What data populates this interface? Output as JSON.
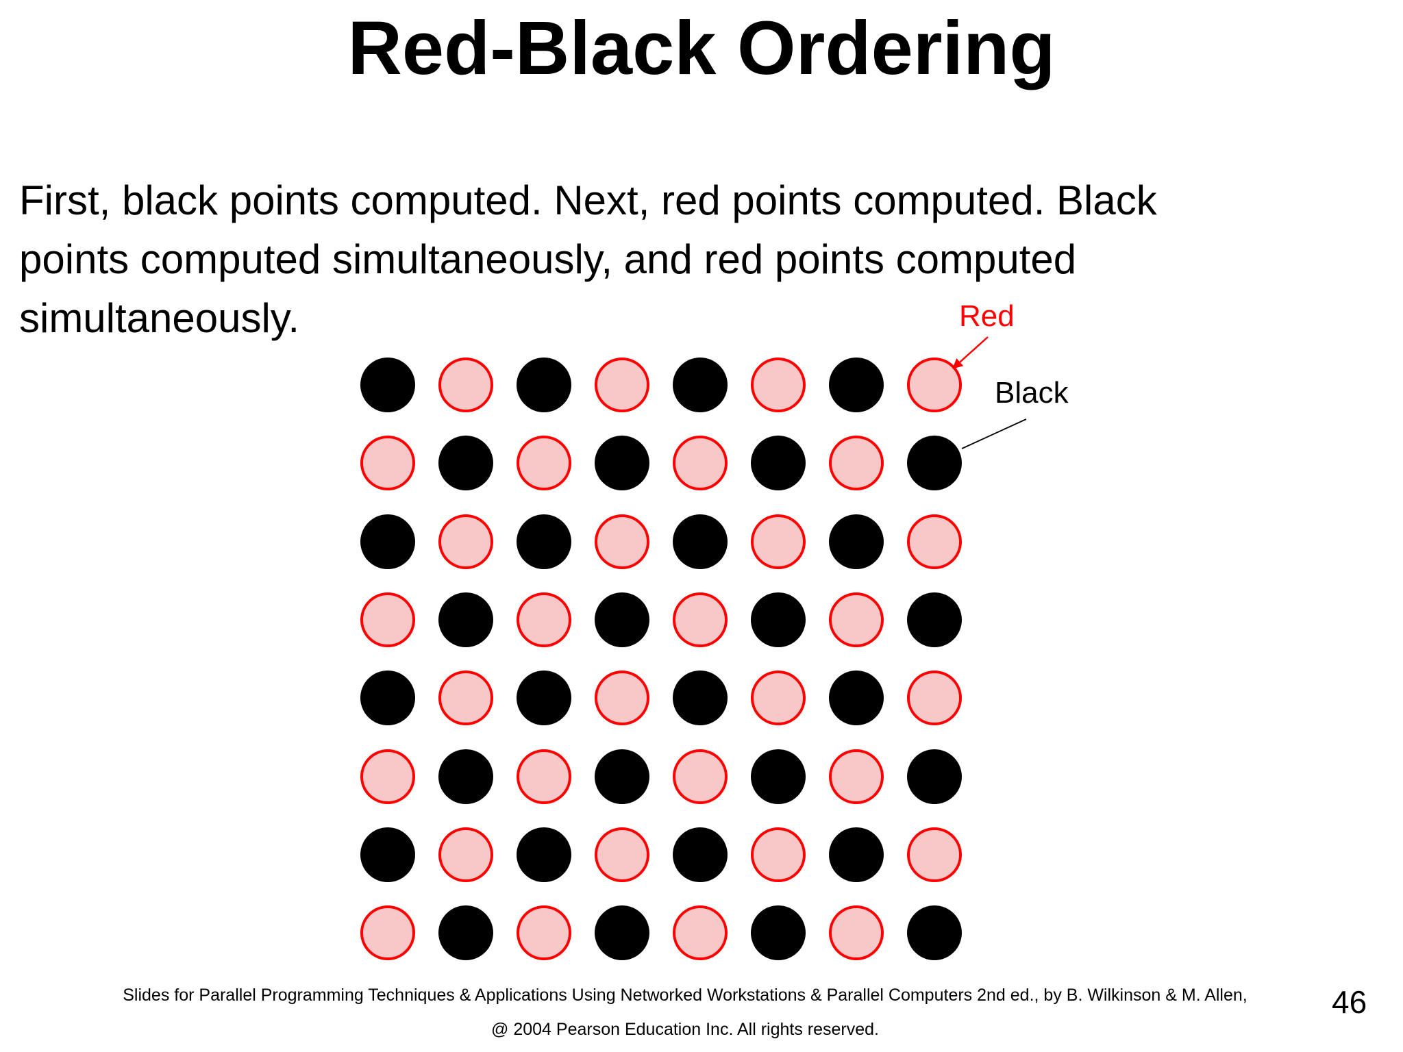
{
  "slide": {
    "title": "Red-Black Ordering",
    "body_lines": [
      "First, black points computed. Next, red points computed. Black",
      "points computed simultaneously, and red points computed",
      "simultaneously."
    ],
    "legend": {
      "red_label": "Red",
      "black_label": "Black"
    },
    "footer_line1": "Slides for Parallel Programming Techniques & Applications Using Networked Workstations & Parallel Computers 2nd ed., by B. Wilkinson & M. Allen,",
    "footer_line2": "@ 2004 Pearson Education Inc. All rights reserved.",
    "page_number": "46"
  },
  "colors": {
    "background": "#ffffff",
    "black": "#000000",
    "red_stroke": "#ff0000",
    "red_fill": "#f8c7c7"
  },
  "grid": {
    "rows": 8,
    "cols": 8,
    "pattern_rule": "black where (row+col) is even, red where (row+col) is odd",
    "pattern": [
      [
        "B",
        "R",
        "B",
        "R",
        "B",
        "R",
        "B",
        "R"
      ],
      [
        "R",
        "B",
        "R",
        "B",
        "R",
        "B",
        "R",
        "B"
      ],
      [
        "B",
        "R",
        "B",
        "R",
        "B",
        "R",
        "B",
        "R"
      ],
      [
        "R",
        "B",
        "R",
        "B",
        "R",
        "B",
        "R",
        "B"
      ],
      [
        "B",
        "R",
        "B",
        "R",
        "B",
        "R",
        "B",
        "R"
      ],
      [
        "R",
        "B",
        "R",
        "B",
        "R",
        "B",
        "R",
        "B"
      ],
      [
        "B",
        "R",
        "B",
        "R",
        "B",
        "R",
        "B",
        "R"
      ],
      [
        "R",
        "B",
        "R",
        "B",
        "R",
        "B",
        "R",
        "B"
      ]
    ]
  }
}
